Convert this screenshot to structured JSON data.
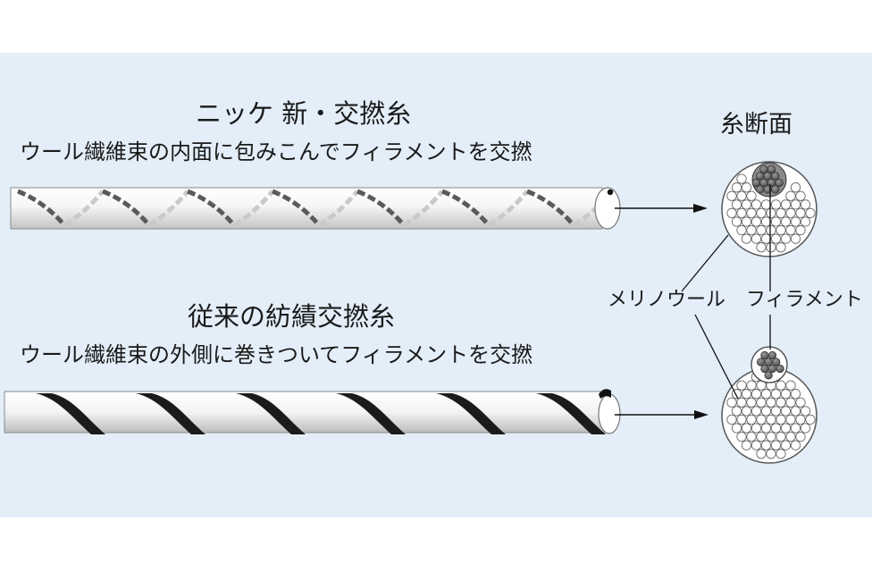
{
  "diagram": {
    "new_yarn": {
      "title": "ニッケ 新・交撚糸",
      "description": "ウール繊維束の内面に包みこんでフィラメントを交撚"
    },
    "conventional_yarn": {
      "title": "従来の紡績交撚糸",
      "description": "ウール繊維束の外側に巻きついてフィラメントを交撚"
    },
    "cross_section": {
      "title": "糸断面",
      "label_merino": "メリノウール",
      "label_filament": "フィラメント"
    }
  },
  "colors": {
    "background_panel": "#e3eef9",
    "yarn_body": "#f4f4f4",
    "filament_dark": "#5a5a5a",
    "filament_light": "#c9c9c9",
    "outline": "#222222"
  }
}
